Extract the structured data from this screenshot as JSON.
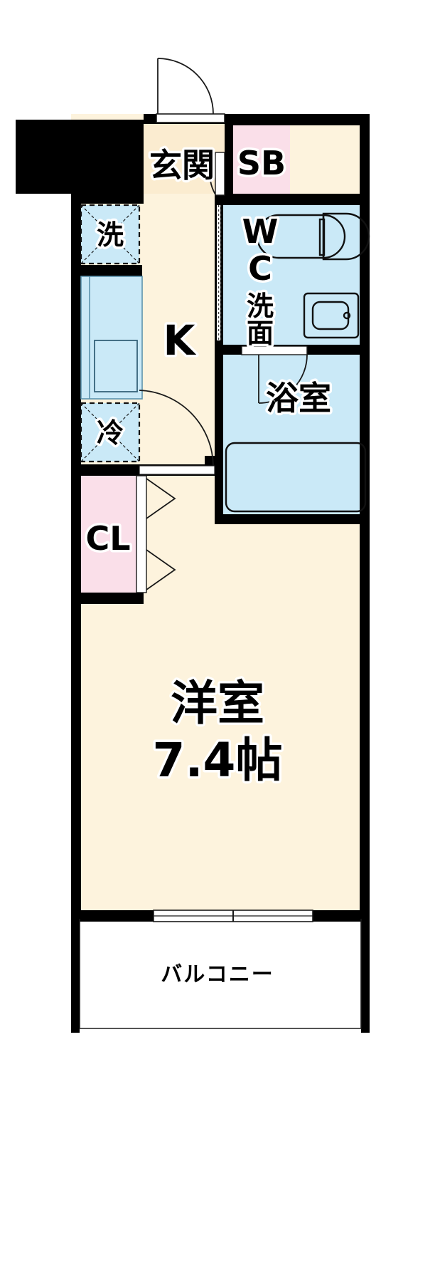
{
  "document": {
    "type": "floor-plan",
    "title": "1K apartment floor plan",
    "orientation": "portrait"
  },
  "palette": {
    "wall": "#000000",
    "floor_living": "#fdf3dd",
    "floor_entry": "#fbecd0",
    "water_area": "#cae9f7",
    "closet": "#fadfe9",
    "sb_storage": "#fadfe9",
    "balcony": "#ffffff",
    "outline": "#1a1a1a",
    "white": "#ffffff"
  },
  "rooms": [
    {
      "id": "genkan",
      "label": "玄関",
      "type": "entry",
      "color": "#fbecd0"
    },
    {
      "id": "sb",
      "label": "SB",
      "type": "storage",
      "color": "#fadfe9"
    },
    {
      "id": "wc",
      "label": "WC",
      "type": "toilet",
      "color": "#cae9f7"
    },
    {
      "id": "senmen",
      "label": "洗面",
      "type": "washroom",
      "color": "#cae9f7"
    },
    {
      "id": "yokushitsu",
      "label": "浴室",
      "type": "bath",
      "color": "#cae9f7"
    },
    {
      "id": "kitchen",
      "label": "K",
      "type": "kitchen",
      "color": "#fdf3dd"
    },
    {
      "id": "closet",
      "label": "CL",
      "type": "closet",
      "color": "#fadfe9"
    },
    {
      "id": "washer",
      "label": "洗",
      "type": "appliance-slot",
      "color": "#cae9f7"
    },
    {
      "id": "fridge",
      "label": "冷",
      "type": "appliance-slot",
      "color": "#cae9f7"
    },
    {
      "id": "main",
      "label": "洋室",
      "type": "western-room",
      "color": "#fdf3dd"
    },
    {
      "id": "balcony",
      "label": "バルコニー",
      "type": "balcony",
      "color": "#ffffff"
    }
  ],
  "labels": {
    "genkan": "玄関",
    "sb": "SB",
    "wc_line1": "W",
    "wc_line2": "C",
    "wc_line3": "洗",
    "wc_line4": "面",
    "bath": "浴室",
    "kitchen": "K",
    "closet": "CL",
    "washer": "洗",
    "fridge": "冷",
    "main_room": "洋室",
    "main_room_size": "7.4帖",
    "balcony": "バルコニー"
  },
  "room_sizes": {
    "main_room_jo": "7.4帖",
    "main_room_value": 7.4,
    "unit": "帖"
  },
  "fixtures": [
    {
      "name": "entrance-door",
      "type": "hinged-door",
      "room": "genkan"
    },
    {
      "name": "genkan-inner-door",
      "type": "hinged-door",
      "room": "genkan"
    },
    {
      "name": "wc-sliding-door",
      "type": "sliding-door",
      "room": "wc"
    },
    {
      "name": "toilet",
      "type": "toilet",
      "room": "wc"
    },
    {
      "name": "washbasin",
      "type": "vanity-sink",
      "room": "senmen"
    },
    {
      "name": "bath-door",
      "type": "hinged-door",
      "room": "yokushitsu"
    },
    {
      "name": "bathtub",
      "type": "bathtub",
      "room": "yokushitsu"
    },
    {
      "name": "kitchen-counter",
      "type": "sink-counter",
      "room": "kitchen"
    },
    {
      "name": "kitchen-door",
      "type": "hinged-door",
      "room": "kitchen"
    },
    {
      "name": "closet-door",
      "type": "folding-door",
      "room": "closet"
    },
    {
      "name": "balcony-window",
      "type": "sliding-window",
      "room": "main"
    }
  ]
}
